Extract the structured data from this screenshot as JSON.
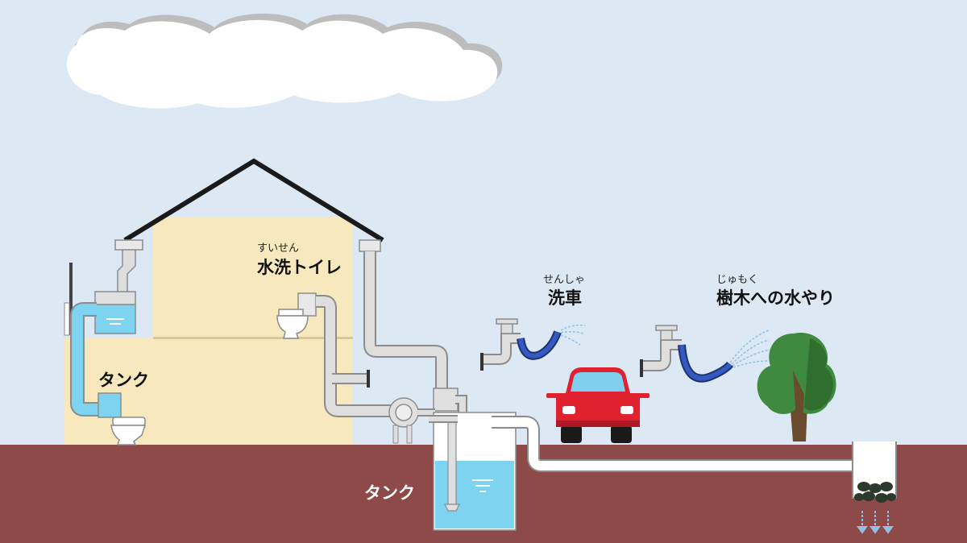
{
  "labels": {
    "tank_left": "タンク",
    "toilet_ruby": "すいせん",
    "toilet": "水洗トイレ",
    "carwash_ruby": "せんしゃ",
    "carwash": "洗車",
    "watering_ruby": "じゅもく",
    "watering": "樹木への水やり",
    "tank_underground": "タンク"
  },
  "colors": {
    "sky": "#dce9f5",
    "ground": "#8e4a48",
    "house": "#f7e8bd",
    "pipe": "#dedede",
    "pipe_outline": "#8c8c8c",
    "water": "#7dd3f0",
    "car": "#e0212f",
    "hose": "#2d4aa0",
    "tree": "#3f8a3f",
    "trunk": "#6b4b2e"
  }
}
